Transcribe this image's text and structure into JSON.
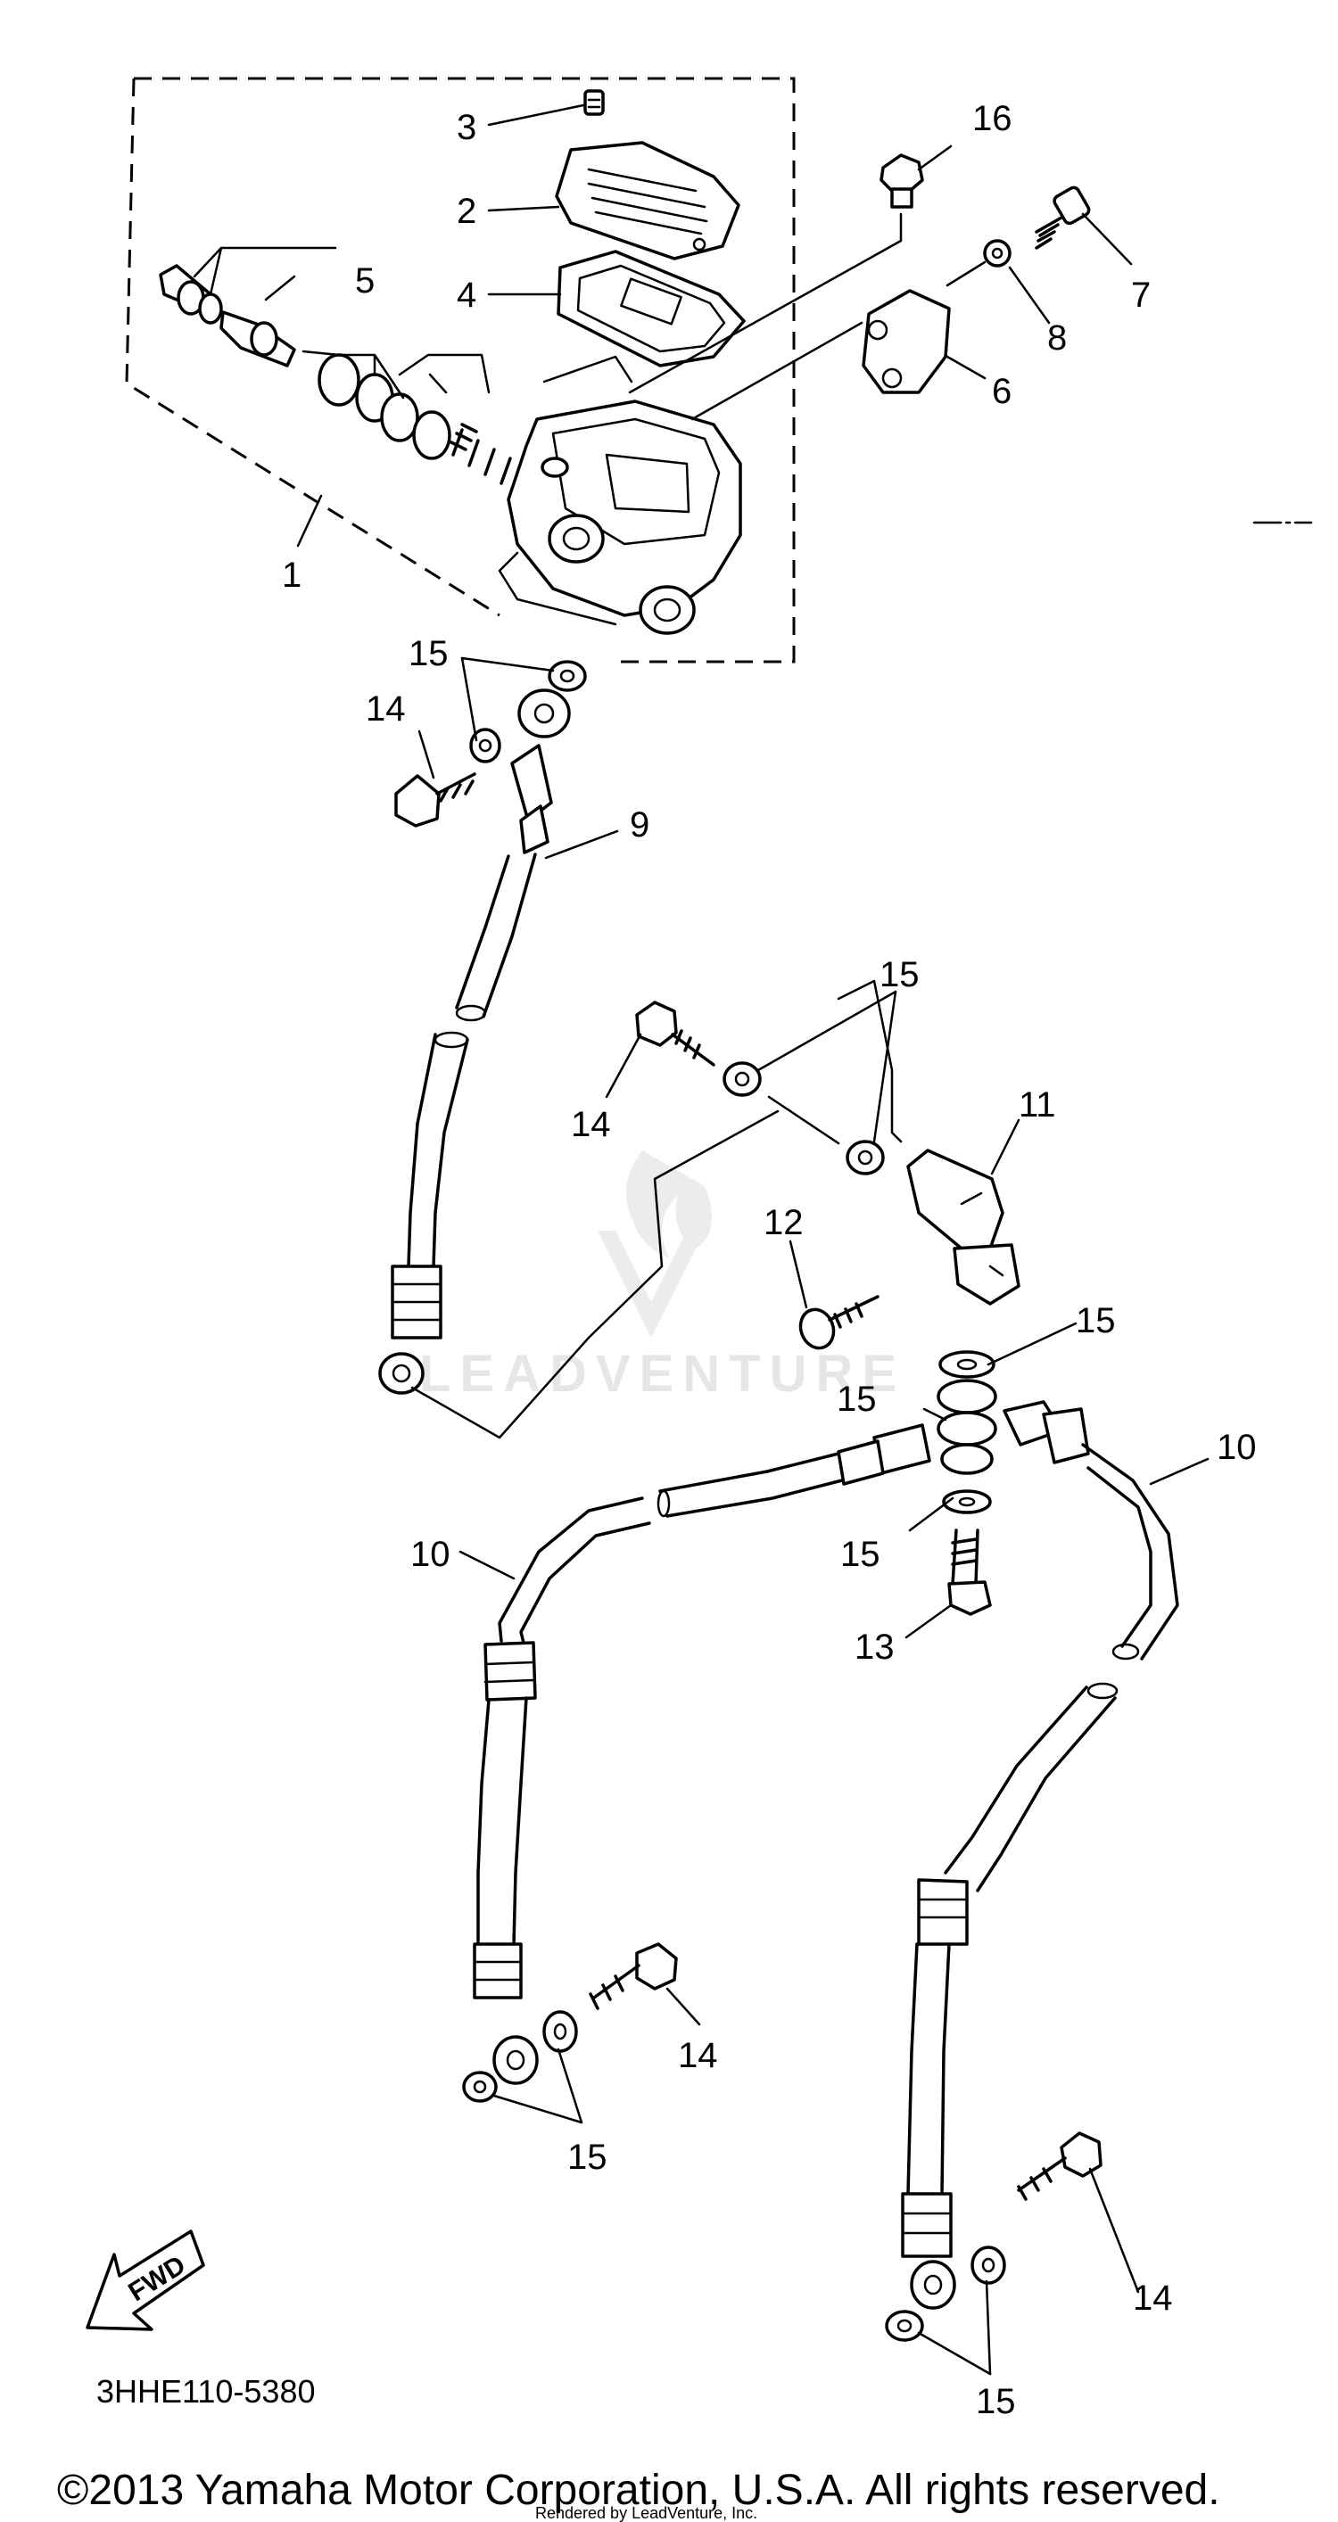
{
  "diagram": {
    "callouts": {
      "c1": "1",
      "c2": "2",
      "c3": "3",
      "c4": "4",
      "c5": "5",
      "c6": "6",
      "c7": "7",
      "c8": "8",
      "c9": "9",
      "c10a": "10",
      "c10b": "10",
      "c11": "11",
      "c12": "12",
      "c13": "13",
      "c14a": "14",
      "c14b": "14",
      "c14c": "14",
      "c14d": "14",
      "c15a": "15",
      "c15b": "15",
      "c15c": "15",
      "c15d": "15",
      "c15e": "15",
      "c15f": "15",
      "c15g": "15",
      "c16": "16"
    },
    "fwd_label": "FWD",
    "diagram_code": "3HHE110-5380",
    "watermark": "LEADVENTURE"
  },
  "footer": {
    "copyright": "©2013 Yamaha Motor Corporation, U.S.A. All rights reserved.",
    "rendered_by": "Rendered by LeadVenture, Inc."
  }
}
